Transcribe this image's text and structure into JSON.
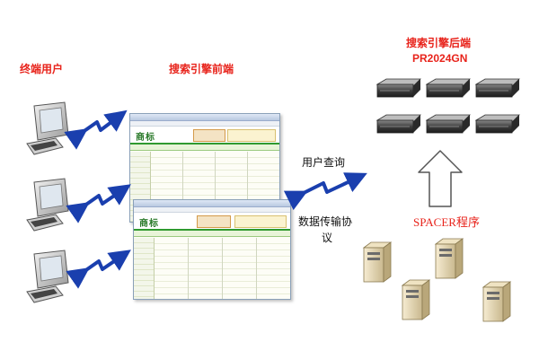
{
  "labels": {
    "end_user": "终端用户",
    "frontend": "搜索引擎前端",
    "backend": "搜索引擎后端",
    "backend_model": "PR2024GN",
    "user_query": "用户查询",
    "data_protocol_line1": "数据传输协",
    "data_protocol_line2": "议",
    "spacer": "SPACER程序"
  },
  "screenshots": [
    {
      "logo": "商标"
    },
    {
      "logo": "商标"
    }
  ],
  "colors": {
    "label_red": "#e8231b",
    "arrow_blue": "#1a3fae",
    "site_green": "#2f9a2f"
  }
}
